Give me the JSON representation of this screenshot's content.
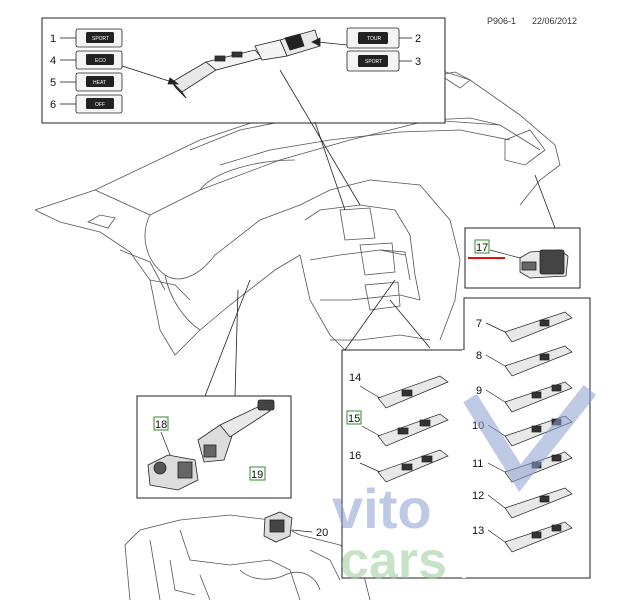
{
  "header": {
    "ref_code": "P906-1",
    "date": "22/06/2012"
  },
  "callouts": {
    "c1": "1",
    "c2": "2",
    "c3": "3",
    "c4": "4",
    "c5": "5",
    "c6": "6",
    "c7": "7",
    "c8": "8",
    "c9": "9",
    "c10": "10",
    "c11": "11",
    "c12": "12",
    "c13": "13",
    "c14": "14",
    "c15": "15",
    "c16": "16",
    "c17": "17",
    "c18": "18",
    "c19": "19",
    "c20": "20"
  },
  "switch_labels": {
    "sport_1": "SPORT",
    "eco_4": "ECO",
    "heat_5": "HEAT",
    "off_6": "OFF",
    "tour_2": "TOUR",
    "sport_3": "SPORT"
  },
  "watermark": {
    "line1": "vito",
    "line2": "cars"
  },
  "colors": {
    "highlight_line": "#e01010",
    "callout_box_green": "#2e8b2e",
    "watermark_blue": "#8a9fd0",
    "watermark_green": "#9ccc9c"
  }
}
